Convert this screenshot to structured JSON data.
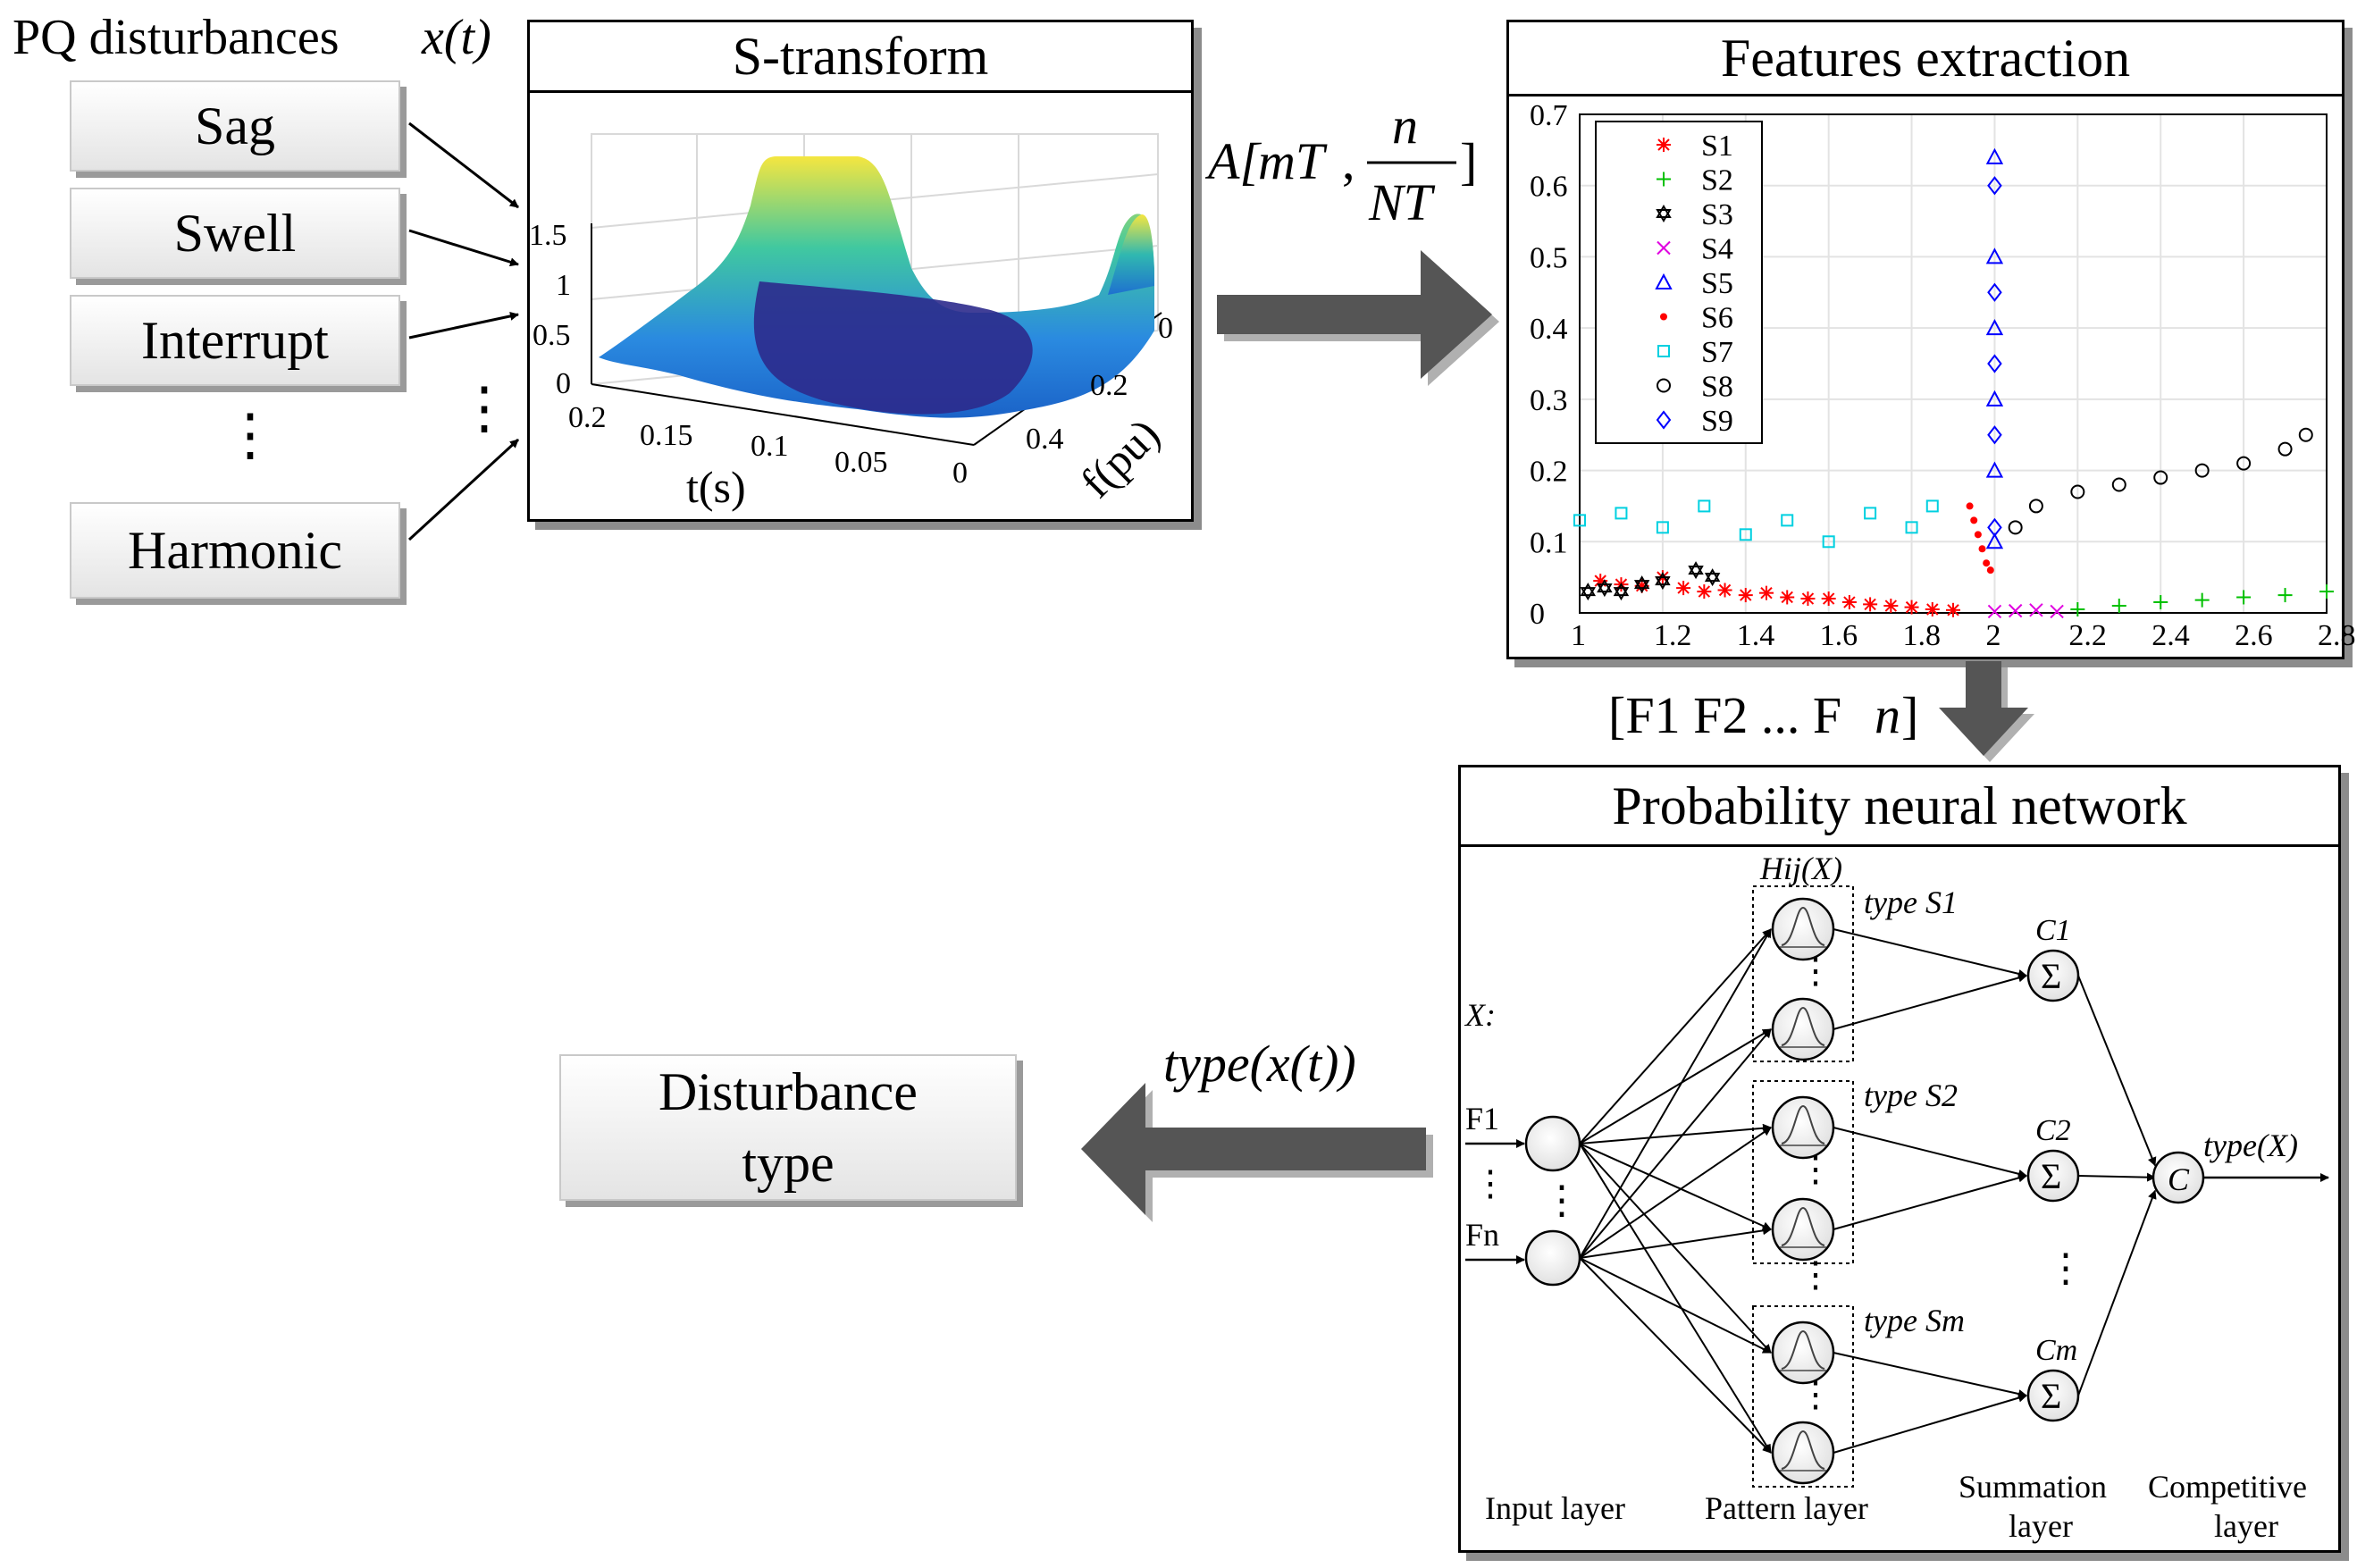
{
  "input": {
    "heading": "PQ disturbances",
    "signal": "x(t)",
    "types": [
      "Sag",
      "Swell",
      "Interrupt",
      "Harmonic"
    ],
    "ellipsis": "⋮"
  },
  "stransform": {
    "title": "S-transform",
    "z_ticks": [
      "1.5",
      "1",
      "0.5",
      "0"
    ],
    "t_ticks": [
      "0.2",
      "0.15",
      "0.1",
      "0.05",
      "0"
    ],
    "f_ticks": [
      "0",
      "0.2",
      "0.4"
    ],
    "t_label": "t(s)",
    "f_label": "f(pu)"
  },
  "arrow1_label": {
    "prefix": "A[",
    "mt": "mT",
    "comma": ",",
    "num": "n",
    "den": "NT",
    "suffix": "]"
  },
  "features": {
    "title": "Features extraction",
    "legend": [
      "S1",
      "S2",
      "S3",
      "S4",
      "S5",
      "S6",
      "S7",
      "S8",
      "S9"
    ]
  },
  "chart_data": {
    "type": "scatter",
    "xlim": [
      1,
      2.8
    ],
    "ylim": [
      0,
      0.7
    ],
    "x_ticks": [
      "1",
      "1.2",
      "1.4",
      "1.6",
      "1.8",
      "2",
      "2.2",
      "2.4",
      "2.6",
      "2.8"
    ],
    "y_ticks": [
      "0",
      "0.1",
      "0.2",
      "0.3",
      "0.4",
      "0.5",
      "0.6",
      "0.7"
    ],
    "grid": true,
    "legend_position": "top-left",
    "series": [
      {
        "name": "S1",
        "color": "#ff0000",
        "marker": "asterisk",
        "x": [
          1.05,
          1.1,
          1.15,
          1.2,
          1.25,
          1.3,
          1.35,
          1.4,
          1.45,
          1.5,
          1.55,
          1.6,
          1.65,
          1.7,
          1.75,
          1.8,
          1.85,
          1.9
        ],
        "y": [
          0.045,
          0.04,
          0.038,
          0.05,
          0.035,
          0.03,
          0.032,
          0.025,
          0.028,
          0.022,
          0.02,
          0.02,
          0.015,
          0.012,
          0.01,
          0.008,
          0.005,
          0.004
        ]
      },
      {
        "name": "S2",
        "color": "#00c000",
        "marker": "plus",
        "x": [
          2.2,
          2.3,
          2.4,
          2.5,
          2.6,
          2.7,
          2.8
        ],
        "y": [
          0.005,
          0.01,
          0.015,
          0.018,
          0.022,
          0.025,
          0.03
        ]
      },
      {
        "name": "S3",
        "color": "#000000",
        "marker": "hexagram",
        "x": [
          1.02,
          1.06,
          1.1,
          1.15,
          1.2,
          1.28,
          1.32
        ],
        "y": [
          0.03,
          0.035,
          0.03,
          0.04,
          0.045,
          0.06,
          0.05
        ]
      },
      {
        "name": "S4",
        "color": "#e000e0",
        "marker": "x",
        "x": [
          2.0,
          2.05,
          2.1,
          2.15
        ],
        "y": [
          0.002,
          0.003,
          0.004,
          0.002
        ]
      },
      {
        "name": "S5",
        "color": "#0000ff",
        "marker": "triangle",
        "x": [
          2.0,
          2.0,
          2.0,
          2.0,
          2.0,
          2.0
        ],
        "y": [
          0.1,
          0.2,
          0.3,
          0.4,
          0.5,
          0.64
        ]
      },
      {
        "name": "S6",
        "color": "#ff0000",
        "marker": "dot",
        "x": [
          1.94,
          1.95,
          1.96,
          1.97,
          1.98,
          1.99
        ],
        "y": [
          0.15,
          0.13,
          0.11,
          0.09,
          0.07,
          0.06
        ]
      },
      {
        "name": "S7",
        "color": "#00d0e0",
        "marker": "square",
        "x": [
          1.0,
          1.1,
          1.2,
          1.3,
          1.4,
          1.5,
          1.6,
          1.7,
          1.8,
          1.85
        ],
        "y": [
          0.13,
          0.14,
          0.12,
          0.15,
          0.11,
          0.13,
          0.1,
          0.14,
          0.12,
          0.15
        ]
      },
      {
        "name": "S8",
        "color": "#000000",
        "marker": "circle",
        "x": [
          2.05,
          2.1,
          2.2,
          2.3,
          2.4,
          2.5,
          2.6,
          2.7,
          2.75
        ],
        "y": [
          0.12,
          0.15,
          0.17,
          0.18,
          0.19,
          0.2,
          0.21,
          0.23,
          0.25
        ]
      },
      {
        "name": "S9",
        "color": "#0000ff",
        "marker": "diamond",
        "x": [
          2.0,
          2.0,
          2.0,
          2.0,
          2.0
        ],
        "y": [
          0.12,
          0.25,
          0.35,
          0.45,
          0.6
        ]
      }
    ]
  },
  "vector_label": {
    "open": "[F1 F2 ... F",
    "n": "n",
    "close": "]"
  },
  "pnn": {
    "title": "Probability neural network",
    "x_label": "X:",
    "inputs": [
      "F1",
      "⋮",
      "Fn"
    ],
    "h_label": "Hij(X)",
    "types": [
      "type S1",
      "type S2",
      "type Sm"
    ],
    "c_labels": [
      "C1",
      "C2",
      "Cm"
    ],
    "sigma": "Σ",
    "c_node": "C",
    "output": "type(X)",
    "layers": [
      "Input layer",
      "Pattern layer",
      "Summation layer",
      "Competitive layer"
    ]
  },
  "output_label": "type(x(t))",
  "result": {
    "line1": "Disturbance",
    "line2": "type"
  }
}
